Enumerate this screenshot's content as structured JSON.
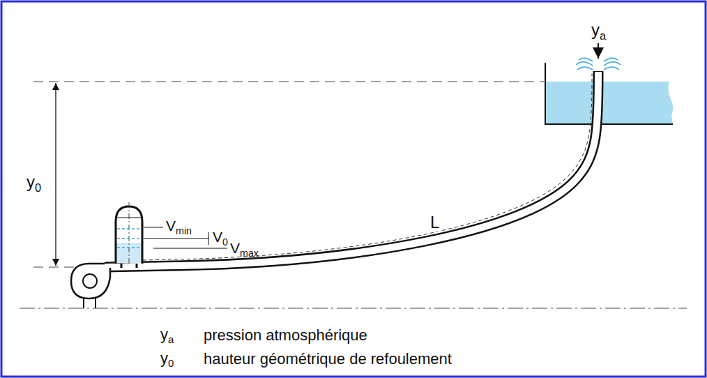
{
  "diagram": {
    "labels": [
      "ya",
      "y0",
      "Vmin",
      "V0",
      "Vmax",
      "L",
      "ya",
      "pression atmosphérique",
      "y0",
      "hauteur géométrique de refoulement"
    ]
  }
}
